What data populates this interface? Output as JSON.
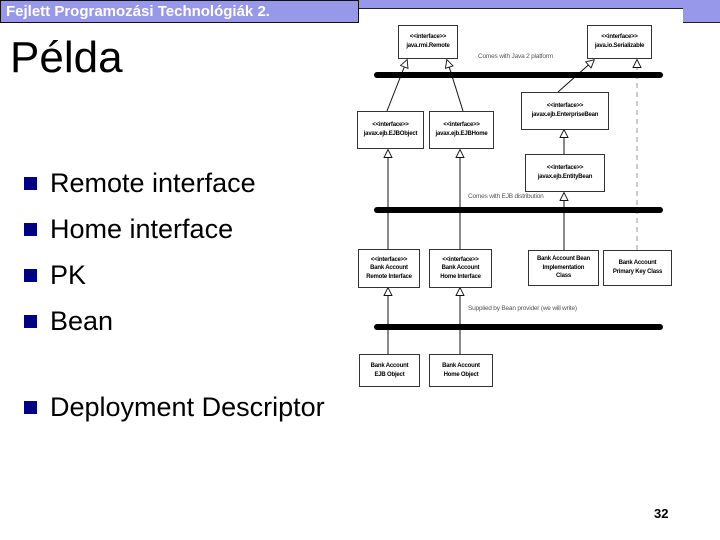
{
  "header": {
    "banner_title": "Fejlett Programozási Technológiák 2."
  },
  "slide": {
    "title": "Példa",
    "page_number": "32"
  },
  "bullets": [
    "Remote interface",
    "Home interface",
    "PK",
    "Bean",
    "Deployment Descriptor"
  ],
  "diagram": {
    "notes": {
      "java_platform": "Comes with Java 2 platform",
      "ejb_distribution": "Comes with EJB distribution",
      "supplied": "Supplied by Bean provider (we will write)"
    },
    "boxes": {
      "remote": {
        "lines": [
          "<<interface>>",
          "java.rmi.Remote"
        ]
      },
      "serializable": {
        "lines": [
          "<<interface>>",
          "java.io.Serializable"
        ]
      },
      "ejb_object": {
        "lines": [
          "<<interface>>",
          "javax.ejb.EJBObject"
        ]
      },
      "ejb_home": {
        "lines": [
          "<<interface>>",
          "javax.ejb.EJBHome"
        ]
      },
      "enterprise_bean": {
        "lines": [
          "<<interface>>",
          "javax.ejb.EnterpriseBean"
        ]
      },
      "entity_bean": {
        "lines": [
          "<<interface>>",
          "javax.ejb.EntityBean"
        ]
      },
      "ba_remote": {
        "lines": [
          "<<interface>>",
          "Bank Account",
          "Remote Interface"
        ]
      },
      "ba_home": {
        "lines": [
          "<<interface>>",
          "Bank Account",
          "Home Interface"
        ]
      },
      "ba_impl": {
        "lines": [
          "Bank Account Bean",
          "Implementation",
          "Class"
        ]
      },
      "ba_pk": {
        "lines": [
          "Bank Account",
          "Primary Key Class"
        ]
      },
      "ba_ejb_object": {
        "lines": [
          "Bank Account",
          "EJB Object"
        ]
      },
      "ba_home_object": {
        "lines": [
          "Bank Account",
          "Home Object"
        ]
      }
    }
  },
  "colors": {
    "banner": "#9898EA",
    "bullet_marker": "#000085",
    "divider_bar": "#000000"
  }
}
